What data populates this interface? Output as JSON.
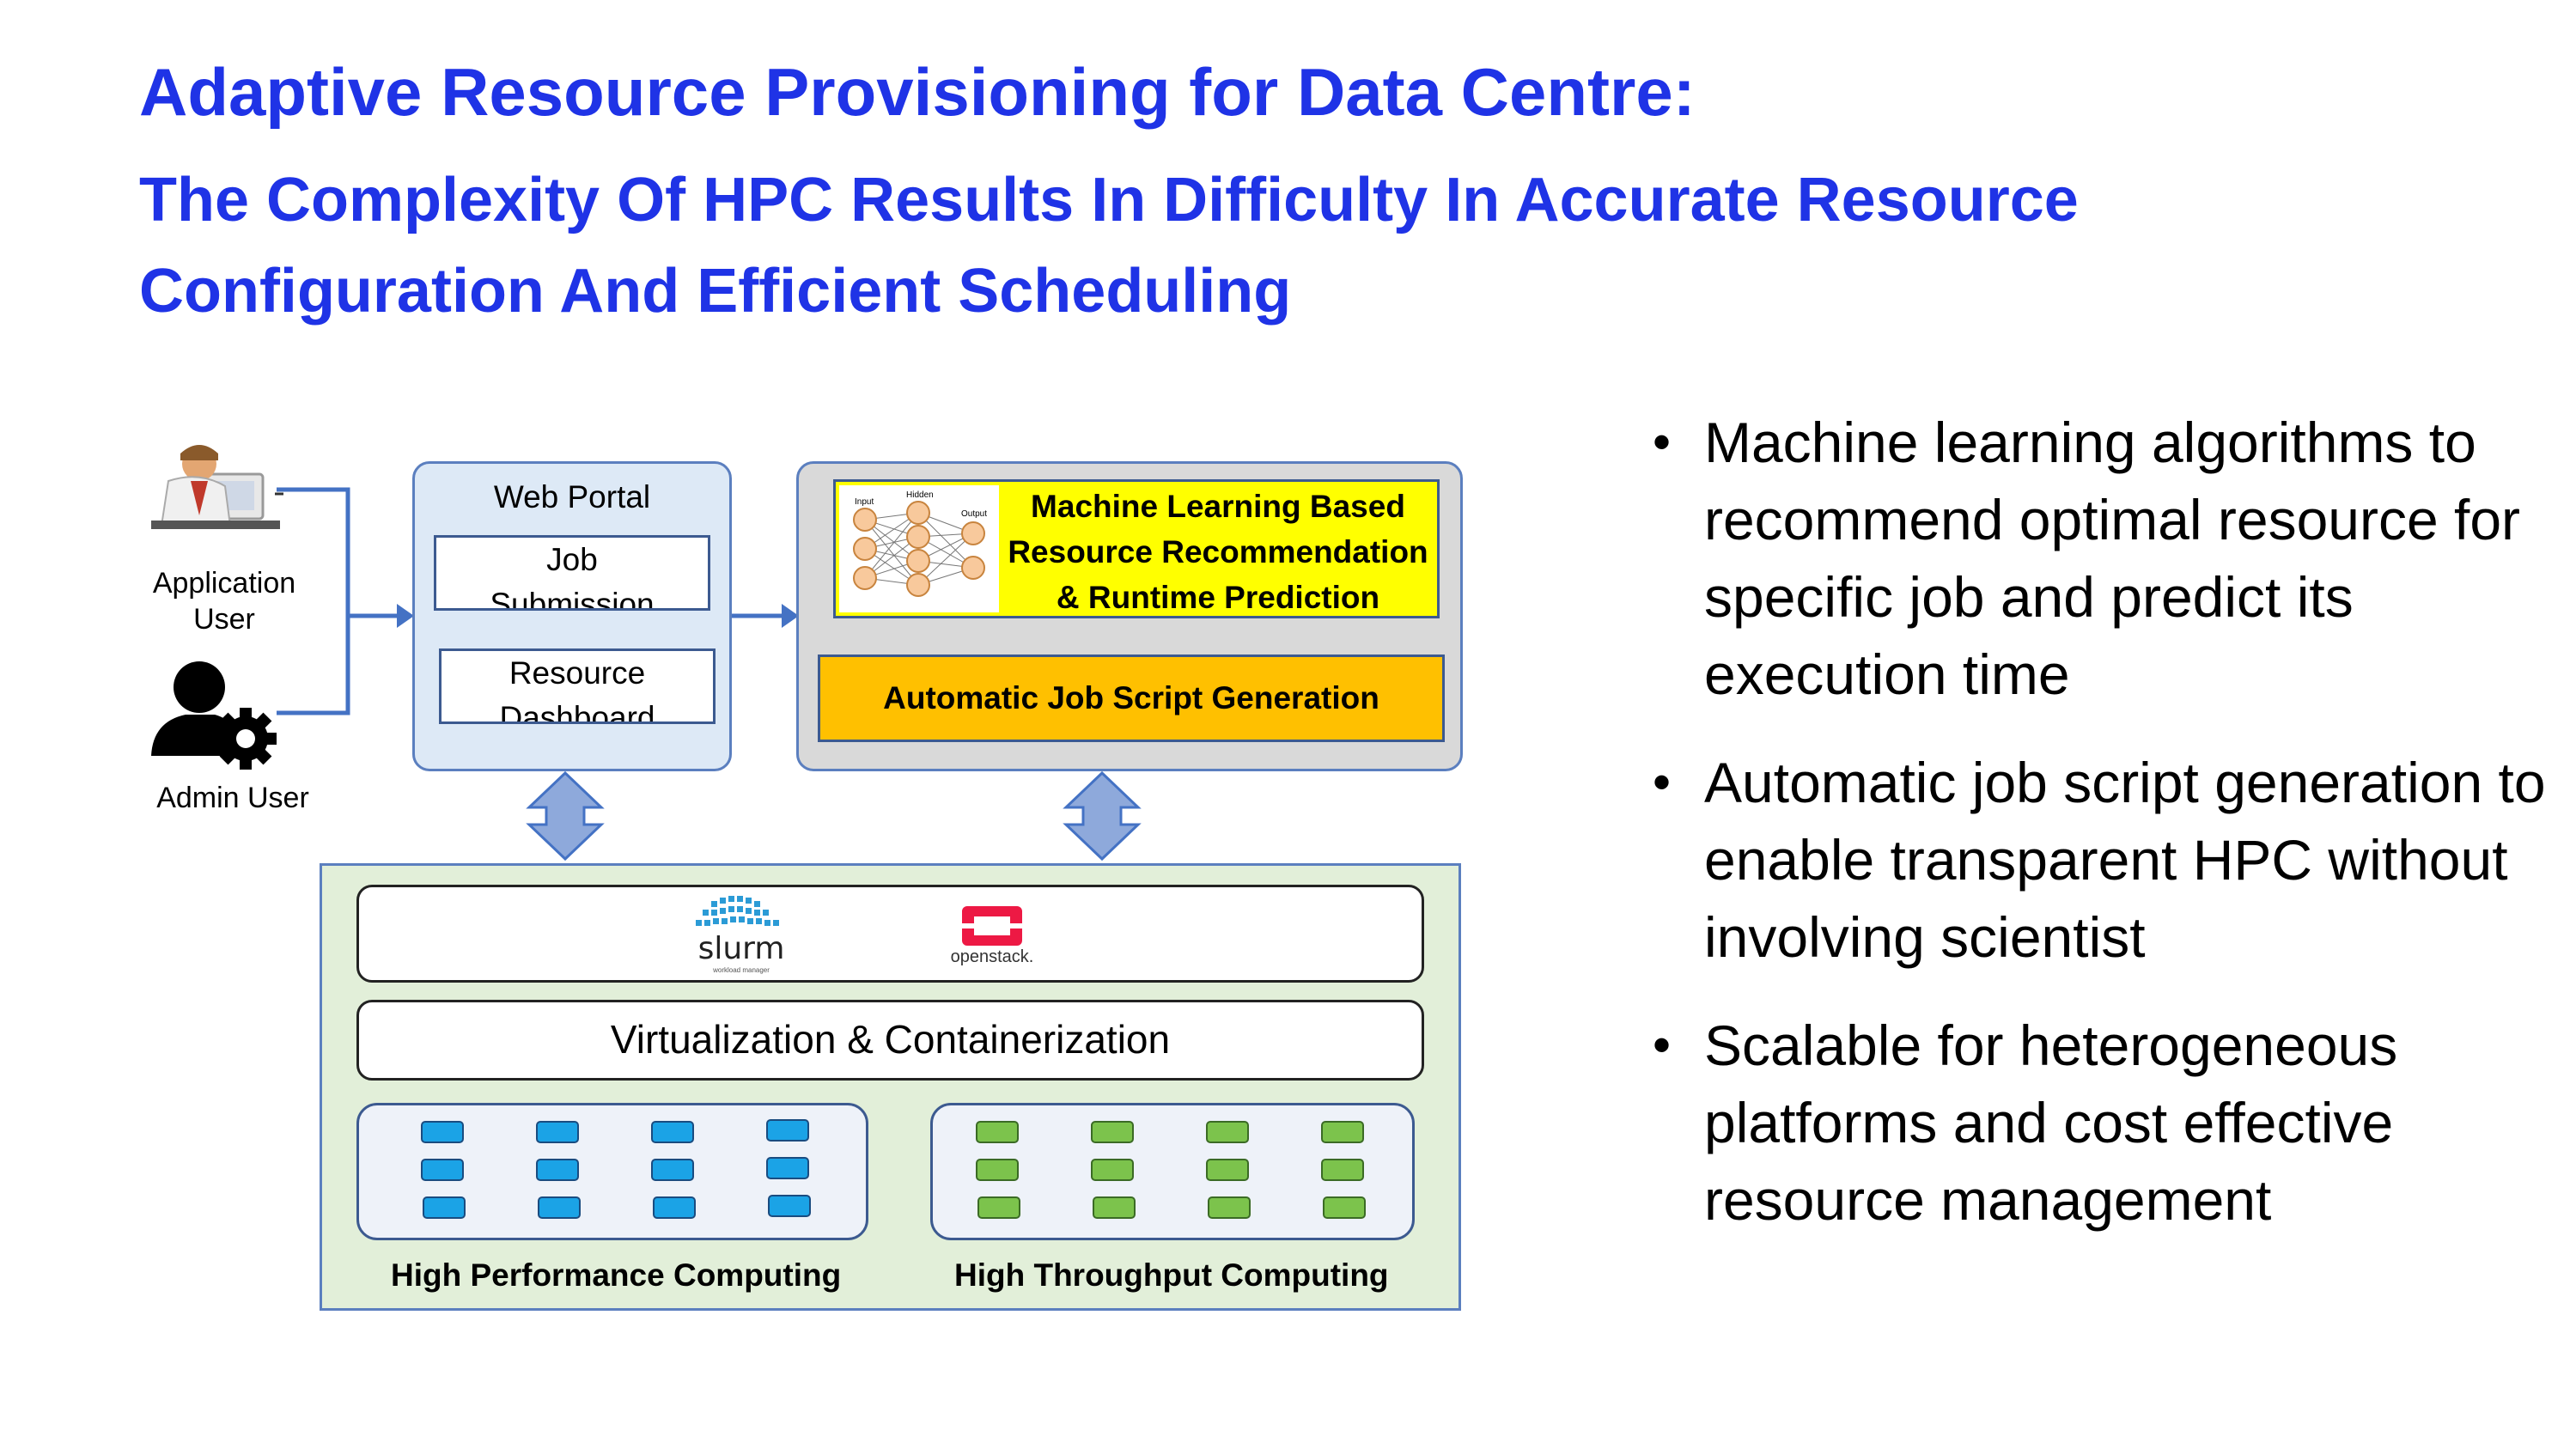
{
  "title": "Adaptive Resource Provisioning for Data Centre:",
  "subtitle_lines": [
    "The Complexity Of HPC Results In Difficulty In Accurate Resource",
    "Configuration And Efficient Scheduling"
  ],
  "users": {
    "application_user_label": "Application\nUser",
    "admin_user_label": "Admin User"
  },
  "web_portal": {
    "title": "Web Portal",
    "job_submission": "Job\nSubmission",
    "resource_dashboard": "Resource\nDashboard"
  },
  "ml_module": {
    "ml_label": "Machine Learning Based\nResource Recommendation\n& Runtime Prediction",
    "nn_labels": {
      "input": "Input",
      "hidden": "Hidden",
      "output": "Output"
    },
    "auto_label": "Automatic Job Script Generation"
  },
  "infrastructure": {
    "slurm_label": "slurm",
    "slurm_sub": "workload manager",
    "openstack_label": "openstack.",
    "virtualization_label": "Virtualization & Containerization",
    "hpc_label": "High Performance Computing",
    "htc_label": "High Throughput Computing"
  },
  "bullets": [
    "Machine learning algorithms to recommend optimal resource for specific job and predict its execution time",
    "Automatic job script generation to enable transparent HPC without involving scientist",
    "Scalable for heterogeneous platforms and cost effective resource management"
  ],
  "colors": {
    "title": "#1f33e6",
    "ml_box": "#ffff00",
    "auto_box": "#ffc000",
    "infra_bg": "#e2efd9",
    "portal_bg": "#dde9f6",
    "arrow": "#4472c4",
    "hpc_server": "#1ba3e6",
    "htc_server": "#7cc34c"
  }
}
